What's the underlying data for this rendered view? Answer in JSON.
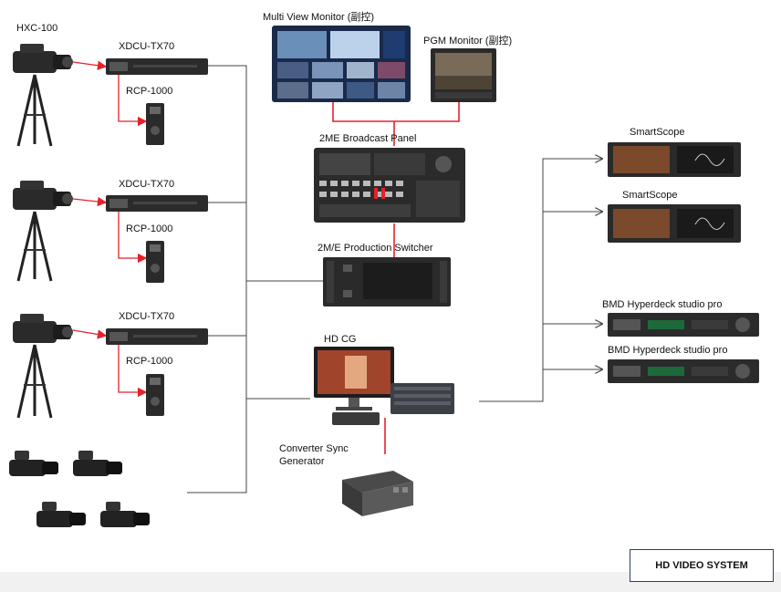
{
  "labels": {
    "camera_main": "HXC-100",
    "xdcu": "XDCU-TX70",
    "rcp": "RCP-1000",
    "multiview": "Multi View Monitor (副控)",
    "pgm": "PGM Monitor (副控)",
    "broadcast_panel": "2ME Broadcast Panel",
    "switcher": "2M/E Production  Switcher",
    "hdcg": "HD CG",
    "converter": "Converter Sync\nGenerator",
    "smartscope": "SmartScope",
    "hyperdeck": "BMD Hyperdeck studio pro"
  },
  "system_title": "HD VIDEO SYSTEM",
  "colors": {
    "link_red": "#e8202a",
    "link_gray": "#444444",
    "title_border": "#2a3f6b"
  }
}
